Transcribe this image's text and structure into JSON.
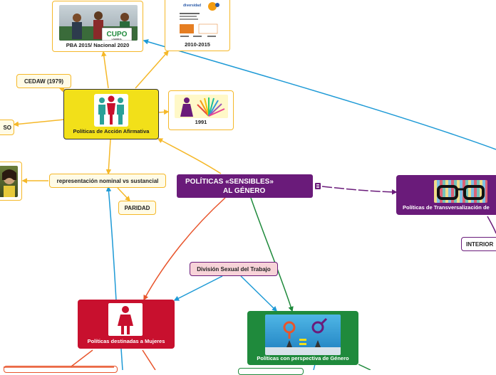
{
  "central": {
    "title_line1": "POLÍTICAS «SENSIBLES»",
    "title_line2": "AL GÉNERO",
    "color": "#6a1b7a"
  },
  "nodes": {
    "accion_afirmativa": {
      "label": "Políticas de Acción Afirmativa",
      "color": "#f2e019",
      "icon": "three-people-icon"
    },
    "pba": {
      "label": "PBA 2015/ Nacional 2020",
      "sign": "CUPO",
      "sign_sub": "LABORAL",
      "icon": "protest-photo-icon"
    },
    "y2010": {
      "label": "2010-2015",
      "icon": "poster-icon"
    },
    "y1991": {
      "label": "1991",
      "icon": "woman-fan-icon"
    },
    "cedaw": {
      "label": "CEDAW (1979)"
    },
    "left_cut": {
      "label": "SO"
    },
    "representacion": {
      "label": "representación nominal vs sustancial"
    },
    "paridad": {
      "label": "PARIDAD"
    },
    "transversalizacion": {
      "label": "Políticas de Transversalización de",
      "color": "#6a1b7a",
      "icon": "glasses-icon"
    },
    "interior": {
      "label": "INTERIOR"
    },
    "division": {
      "label": "División Sexual del Trabajo"
    },
    "mujeres": {
      "label": "Políticas destinadas a Mujeres",
      "color": "#c8102e",
      "icon": "woman-icon"
    },
    "perspectiva": {
      "label": "Políticas con perspectiva de Género",
      "color": "#1f8a3c",
      "icon": "gender-equality-icon"
    }
  },
  "colors": {
    "yellow_link": "#f5b829",
    "blue_link": "#1e9ad6",
    "green_link": "#1f8a3c",
    "red_link": "#e8542b",
    "purple_link": "#6a1b7a"
  }
}
